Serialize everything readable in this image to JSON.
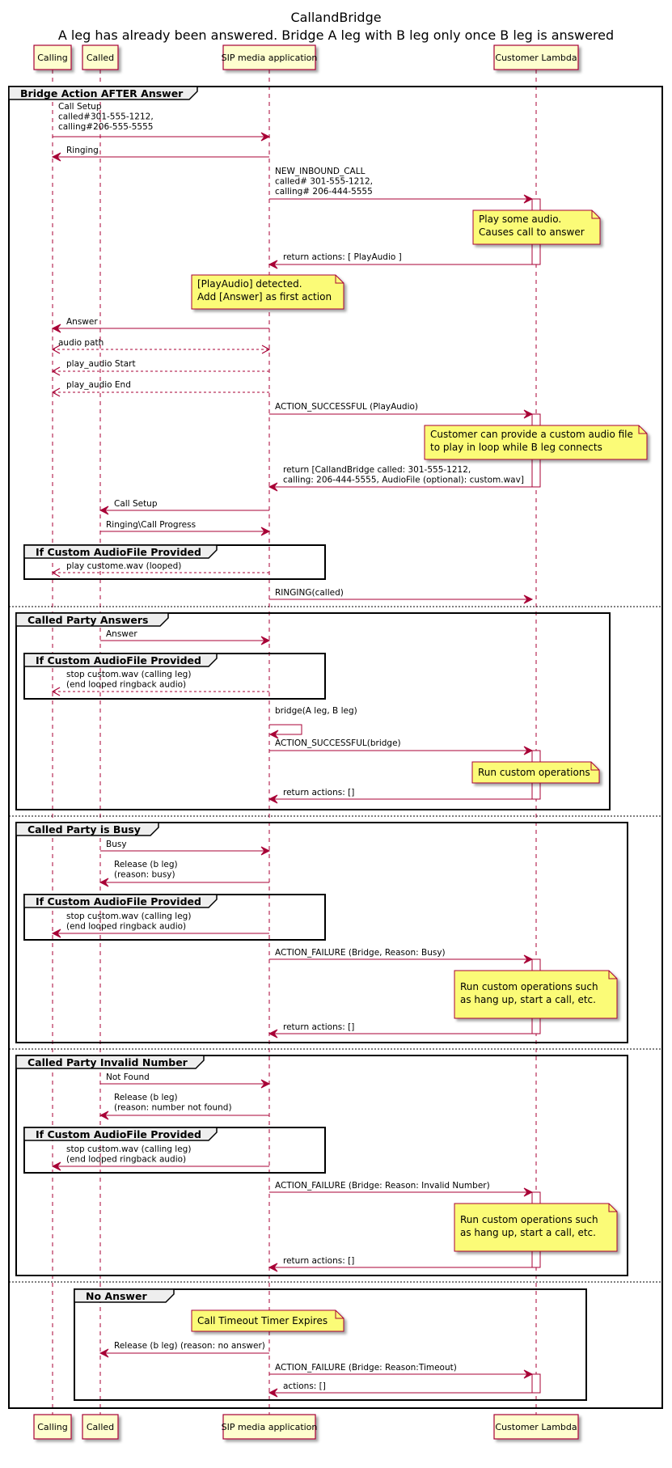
{
  "title": "CallandBridge",
  "subtitle": "A leg has already been answered. Bridge A leg with B leg only once B leg is answered",
  "participants": [
    "Calling",
    "Called",
    "SIP media application",
    "Customer Lambda"
  ],
  "groups": [
    {
      "label": "Bridge Action AFTER Answer"
    },
    {
      "label": "If Custom AudioFile Provided"
    },
    {
      "label": "Called Party Answers"
    },
    {
      "label": "If Custom AudioFile Provided"
    },
    {
      "label": "Called Party is Busy"
    },
    {
      "label": "If Custom AudioFile Provided"
    },
    {
      "label": "Called Party Invalid Number"
    },
    {
      "label": "If Custom AudioFile Provided"
    },
    {
      "label": "No Answer"
    }
  ],
  "messages": [
    {
      "from": 0,
      "to": 2,
      "dashed": false,
      "lines": [
        "Call Setup",
        "called#301-555-1212,",
        "calling#206-555-5555"
      ]
    },
    {
      "from": 2,
      "to": 0,
      "dashed": false,
      "lines": [
        "Ringing"
      ]
    },
    {
      "from": 2,
      "to": 3,
      "dashed": false,
      "lines": [
        "NEW_INBOUND_CALL",
        "called# 301-555-1212,",
        "calling# 206-444-5555"
      ]
    },
    {
      "from": 3,
      "to": 2,
      "dashed": false,
      "lines": [
        "return actions: [ PlayAudio ]"
      ]
    },
    {
      "from": 2,
      "to": 0,
      "dashed": false,
      "lines": [
        "Answer"
      ]
    },
    {
      "from": 0,
      "to": 2,
      "dashed": true,
      "both": true,
      "lines": [
        "audio path"
      ]
    },
    {
      "from": 2,
      "to": 0,
      "dashed": true,
      "lines": [
        "play_audio Start"
      ]
    },
    {
      "from": 2,
      "to": 0,
      "dashed": true,
      "lines": [
        "play_audio End"
      ]
    },
    {
      "from": 2,
      "to": 3,
      "dashed": false,
      "lines": [
        "ACTION_SUCCESSFUL (PlayAudio)"
      ]
    },
    {
      "from": 3,
      "to": 2,
      "dashed": false,
      "lines": [
        "return [CallandBridge called: 301-555-1212,",
        "calling: 206-444-5555, AudioFile (optional): custom.wav]"
      ]
    },
    {
      "from": 2,
      "to": 1,
      "dashed": false,
      "lines": [
        "Call Setup"
      ]
    },
    {
      "from": 1,
      "to": 2,
      "dashed": false,
      "lines": [
        "Ringing\\Call Progress"
      ]
    },
    {
      "from": 2,
      "to": 0,
      "dashed": true,
      "lines": [
        "play custome.wav (looped)"
      ]
    },
    {
      "from": 2,
      "to": 3,
      "dashed": false,
      "lines": [
        "RINGING(called)"
      ]
    },
    {
      "from": 1,
      "to": 2,
      "dashed": false,
      "lines": [
        "Answer"
      ]
    },
    {
      "from": 2,
      "to": 0,
      "dashed": true,
      "lines": [
        "stop custom.wav (calling leg)",
        "(end looped ringback audio)"
      ]
    },
    {
      "from": 2,
      "to": 2,
      "dashed": false,
      "self": true,
      "lines": [
        "bridge(A leg, B leg)"
      ]
    },
    {
      "from": 2,
      "to": 3,
      "dashed": false,
      "lines": [
        "ACTION_SUCCESSFUL(bridge)"
      ]
    },
    {
      "from": 3,
      "to": 2,
      "dashed": false,
      "lines": [
        "return actions: []"
      ]
    },
    {
      "from": 1,
      "to": 2,
      "dashed": false,
      "lines": [
        "Busy"
      ]
    },
    {
      "from": 2,
      "to": 1,
      "dashed": false,
      "lines": [
        "Release (b leg)",
        "(reason: busy)"
      ]
    },
    {
      "from": 2,
      "to": 0,
      "dashed": false,
      "lines": [
        "stop custom.wav (calling leg)",
        "(end looped ringback audio)"
      ]
    },
    {
      "from": 2,
      "to": 3,
      "dashed": false,
      "lines": [
        "ACTION_FAILURE (Bridge, Reason: Busy)"
      ]
    },
    {
      "from": 3,
      "to": 2,
      "dashed": false,
      "lines": [
        "return actions: []"
      ]
    },
    {
      "from": 1,
      "to": 2,
      "dashed": false,
      "lines": [
        "Not Found"
      ]
    },
    {
      "from": 2,
      "to": 1,
      "dashed": false,
      "lines": [
        "Release (b leg)",
        "(reason: number not found)"
      ]
    },
    {
      "from": 2,
      "to": 0,
      "dashed": false,
      "lines": [
        "stop custom.wav (calling leg)",
        "(end looped ringback audio)"
      ]
    },
    {
      "from": 2,
      "to": 3,
      "dashed": false,
      "lines": [
        "ACTION_FAILURE (Bridge: Reason: Invalid Number)"
      ]
    },
    {
      "from": 3,
      "to": 2,
      "dashed": false,
      "lines": [
        "return actions: []"
      ]
    },
    {
      "from": 2,
      "to": 1,
      "dashed": false,
      "lines": [
        "Release (b leg) (reason: no answer)"
      ]
    },
    {
      "from": 2,
      "to": 3,
      "dashed": false,
      "lines": [
        "ACTION_FAILURE (Bridge: Reason:Timeout)"
      ]
    },
    {
      "from": 3,
      "to": 2,
      "dashed": false,
      "lines": [
        "actions: []"
      ]
    }
  ],
  "notes": [
    {
      "lines": [
        "Play some audio.",
        "Causes call to answer"
      ]
    },
    {
      "lines": [
        "[PlayAudio] detected.",
        "Add [Answer] as first action"
      ]
    },
    {
      "lines": [
        "Customer can provide a custom audio file",
        "to play in loop while B leg connects"
      ]
    },
    {
      "lines": [
        "Run custom operations"
      ]
    },
    {
      "lines": [
        "Run custom operations such",
        "as hang up, start a call, etc."
      ]
    },
    {
      "lines": [
        "Run custom operations such",
        "as hang up, start a call, etc."
      ]
    },
    {
      "lines": [
        "Call Timeout Timer Expires"
      ]
    }
  ],
  "colors": {
    "arrow": "#a80036",
    "participant_fill": "#fefece",
    "note_fill": "#fbfb77",
    "group_header_fill": "#eeeeee",
    "activation_fill": "#ffffff"
  }
}
